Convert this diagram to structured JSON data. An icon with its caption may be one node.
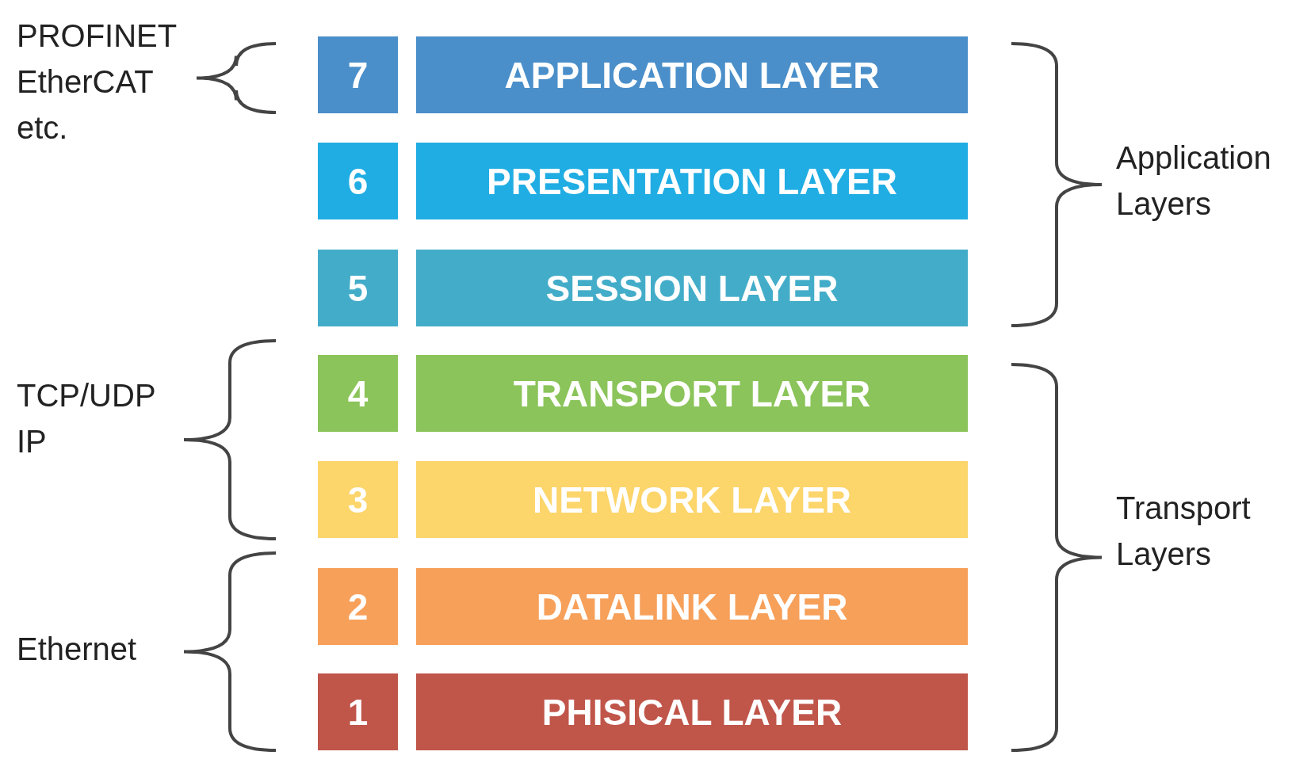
{
  "diagram": {
    "nodes": [
      {
        "text": [
          "7"
        ]
      },
      {
        "text": [
          "APPLICATION LAYER"
        ]
      },
      {
        "text": [
          "6"
        ]
      },
      {
        "text": [
          "PRESENTATION LAYER"
        ]
      },
      {
        "text": [
          "5"
        ]
      },
      {
        "text": [
          "SESSION LAYER"
        ]
      },
      {
        "text": [
          "4"
        ]
      },
      {
        "text": [
          "TRANSPORT LAYER"
        ]
      },
      {
        "text": [
          "3"
        ]
      },
      {
        "text": [
          "NETWORK LAYER"
        ]
      },
      {
        "text": [
          "2"
        ]
      },
      {
        "text": [
          "DATALINK LAYER"
        ]
      },
      {
        "text": [
          "1"
        ]
      },
      {
        "text": [
          "PHISICAL LAYER"
        ]
      }
    ],
    "edges": [],
    "labels": [
      "PROFINET EtherCAT etc.",
      "Application Layers",
      "TCP/UDP IP",
      "Transport Layers",
      "Ethernet"
    ]
  }
}
